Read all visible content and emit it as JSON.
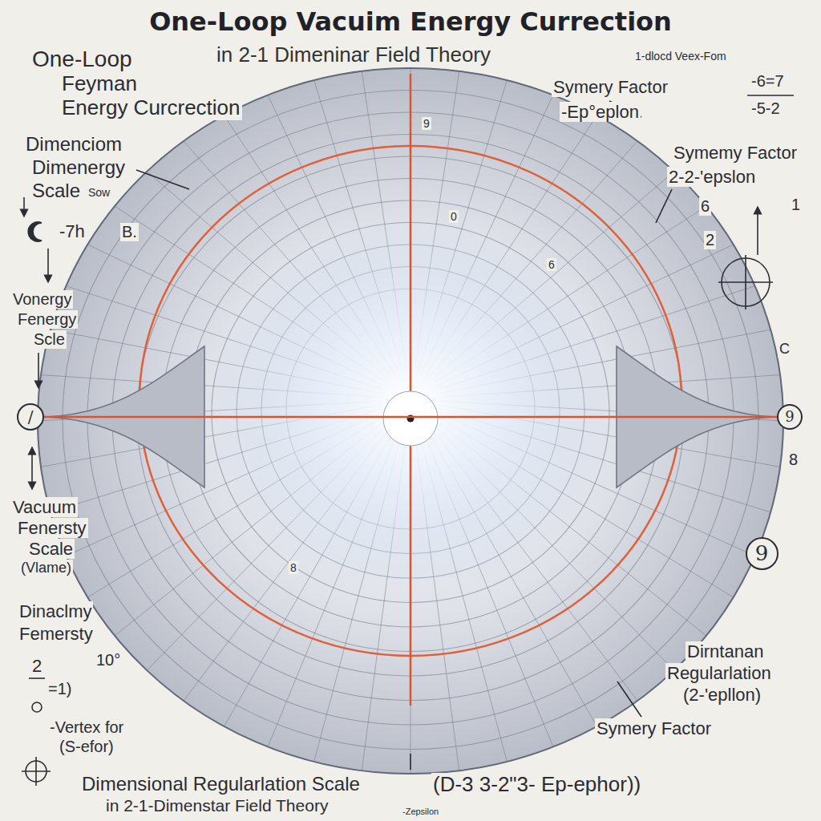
{
  "diagram": {
    "title": "One-Loop Vacuim Energy Currection",
    "nodes": [
      {
        "text": [
          "/"
        ]
      },
      {
        "text": [
          "9"
        ]
      },
      {
        "text": [
          "9"
        ]
      }
    ],
    "edges": [
      {
        "from": 0,
        "to": 1,
        "arrow": "none"
      }
    ],
    "labels": [
      "in 2-1 Dimeninar Field Theory",
      "One-Loop",
      "Feyman",
      "Energy Curcrection",
      "1-dlocd Veex-Fom",
      "Symery Factor",
      "-6=7",
      "-5-2",
      "-Ep°eplon",
      "Symemy Factor",
      "2-2-'epslon",
      "6",
      "1",
      "2",
      "C",
      "Dimenciom",
      "Dimenergy",
      "Scale",
      "Sow",
      "-7h",
      "B.",
      "Vonergy",
      "Fenergy",
      "Scle",
      "Vacuum",
      "Fenersty",
      "Scale",
      "(Vlame)",
      "Dinaclmy",
      "Femersty",
      "2",
      "=1)",
      "10°",
      "-Vertex for",
      "(S-efor)",
      "Dimensional Regularlation Scale",
      "in 2-1-Dimenstar Field Theory",
      "(D-3 3-2\"3- Ep-ephor))",
      "-Zepsilon",
      "Symery Factor",
      "Dirntanan",
      "Regularlation",
      "(2-'epllon)",
      "8",
      "9",
      "0",
      "6",
      "8"
    ]
  }
}
